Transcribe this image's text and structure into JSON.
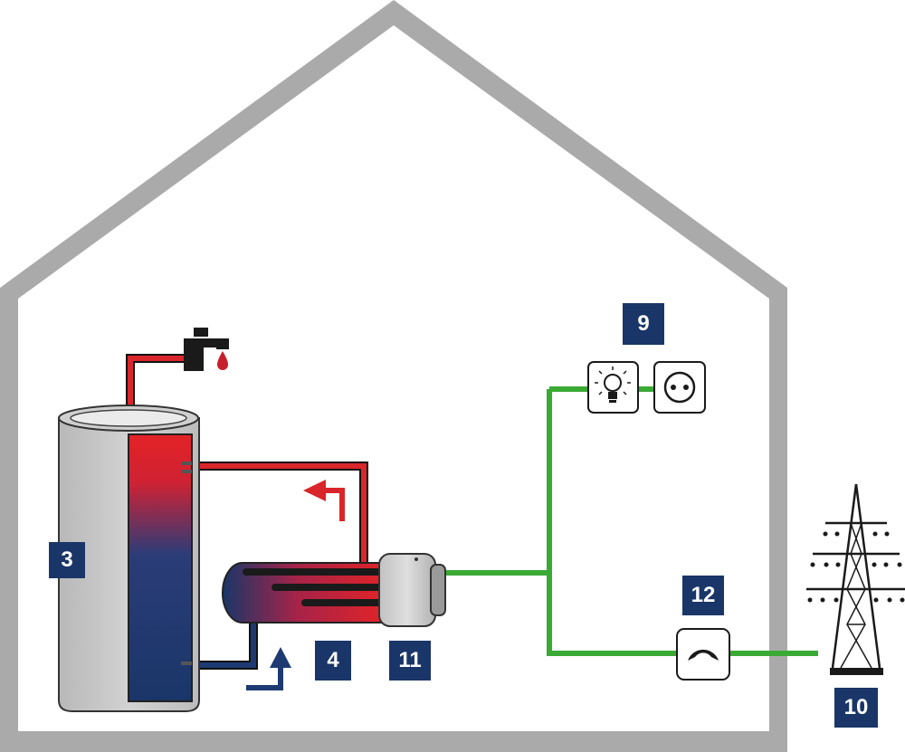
{
  "colors": {
    "house": "#aaaaaa",
    "hot": "#d9262b",
    "cold": "#1d3a72",
    "power": "#3aaa35",
    "badge": "#1a3668",
    "tank": "#c8c8c8",
    "dark": "#1a1a1a"
  },
  "labels": {
    "storage_tank": "3",
    "heat_pump": "4",
    "consumers": "9",
    "grid": "10",
    "control_unit": "11",
    "meter": "12"
  },
  "icons": {
    "tap": "water-tap-icon",
    "light": "light-bulb-icon",
    "socket": "power-socket-icon",
    "meter": "meter-gauge-icon",
    "pylon": "power-pylon-icon"
  }
}
